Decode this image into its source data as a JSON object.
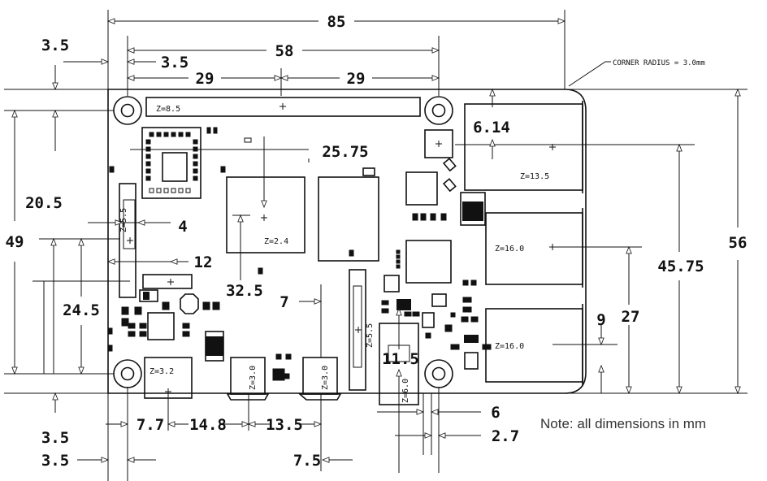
{
  "dims": {
    "total_width": "85",
    "hole_spacing_x": "58",
    "edge_hole_left": "3.5",
    "edge_hole_top": "3.5",
    "half_spacing_a": "29",
    "half_spacing_b": "29",
    "corner_radius": "CORNER RADIUS = 3.0mm",
    "cam_offset": "6.14",
    "cpu_dist": "25.75",
    "height_49": "49",
    "height_56": "56",
    "left_20_5": "20.5",
    "left_24_5": "24.5",
    "d4": "4",
    "d12": "12",
    "d32_5": "32.5",
    "d7": "7",
    "d45_75": "45.75",
    "d27": "27",
    "d9": "9",
    "d11_5": "11.5",
    "bottom_3_5_a": "3.5",
    "bottom_3_5_b": "3.5",
    "d7_7": "7.7",
    "d14_8": "14.8",
    "d13_5": "13.5",
    "d7_5": "7.5",
    "d6": "6",
    "d2_7": "2.7"
  },
  "heights": {
    "gpio": "Z=8.5",
    "usb_top": "Z=13.5",
    "usb_mid": "Z=16.0",
    "usb_bot": "Z=16.0",
    "dsi": "Z=5.5",
    "soc": "Z=2.4",
    "power": "Z=3.2",
    "hdmi_a": "Z=3.0",
    "hdmi_b": "Z=3.0",
    "csi": "Z=5.5",
    "audio": "Z=6.0"
  },
  "note": "Note: all dimensions in mm"
}
